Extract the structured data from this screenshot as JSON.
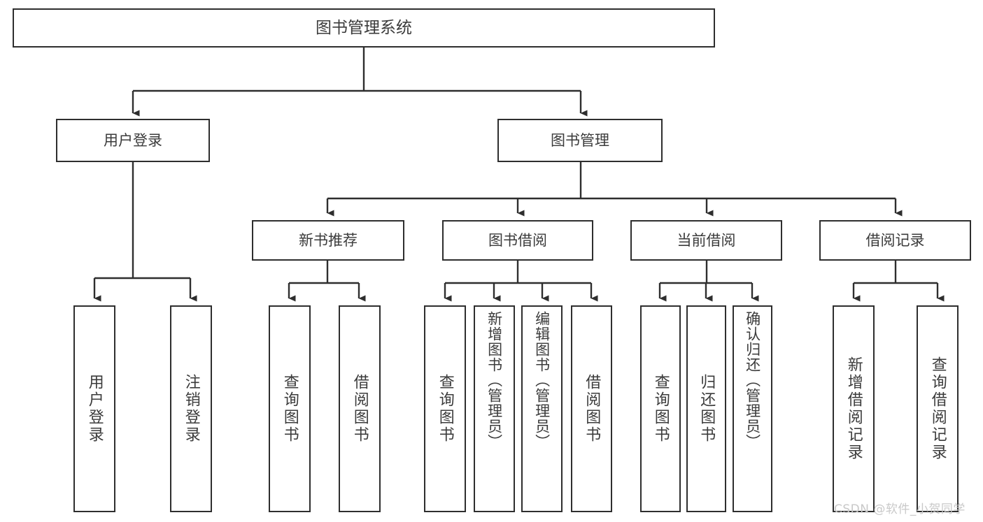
{
  "diagram": {
    "title": "图书管理系统",
    "type": "tree-hierarchy",
    "root": {
      "id": "root",
      "label": "图书管理系统"
    },
    "level2": [
      {
        "id": "user-login",
        "label": "用户登录"
      },
      {
        "id": "book-manage",
        "label": "图书管理"
      }
    ],
    "level3": [
      {
        "id": "new-book-recommend",
        "label": "新书推荐"
      },
      {
        "id": "book-borrow",
        "label": "图书借阅"
      },
      {
        "id": "current-borrow",
        "label": "当前借阅"
      },
      {
        "id": "borrow-record",
        "label": "借阅记录"
      }
    ],
    "leaves": {
      "user_login": [
        {
          "id": "leaf-user-login",
          "label": "用户登录"
        },
        {
          "id": "leaf-logout-login",
          "label": "注销登录"
        }
      ],
      "new_book_recommend": [
        {
          "id": "leaf-query-book-1",
          "label": "查询图书"
        },
        {
          "id": "leaf-borrow-book-1",
          "label": "借阅图书"
        }
      ],
      "book_borrow": [
        {
          "id": "leaf-query-book-2",
          "label": "查询图书"
        },
        {
          "id": "leaf-add-book",
          "label": "新增图书（管理员）"
        },
        {
          "id": "leaf-edit-book",
          "label": "编辑图书（管理员）"
        },
        {
          "id": "leaf-borrow-book-2",
          "label": "借阅图书"
        }
      ],
      "current_borrow": [
        {
          "id": "leaf-query-book-3",
          "label": "查询图书"
        },
        {
          "id": "leaf-return-book",
          "label": "归还图书"
        },
        {
          "id": "leaf-confirm-return",
          "label": "确认归还（管理员）"
        }
      ],
      "borrow_record": [
        {
          "id": "leaf-add-record",
          "label": "新增借阅记录"
        },
        {
          "id": "leaf-query-record",
          "label": "查询借阅记录"
        }
      ]
    }
  },
  "watermark": {
    "text": "CSDN @软件_小贺同学"
  },
  "colors": {
    "stroke": "#2e2e2e",
    "text": "#3b3b3b",
    "background": "#ffffff",
    "watermark": "#c9c9c9"
  }
}
